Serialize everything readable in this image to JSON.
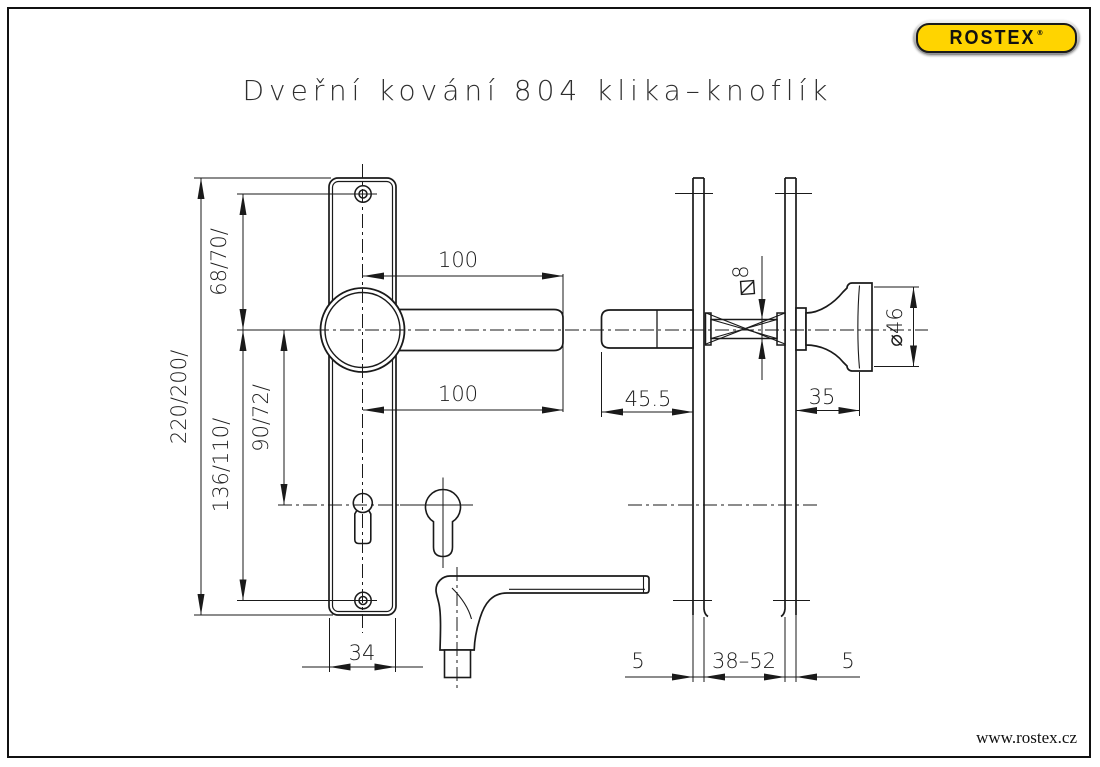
{
  "page": {
    "title": "Dveřní kování 804 klika–knoflík",
    "website": "www.rostex.cz"
  },
  "logo": {
    "brand": "ROSTEX",
    "registered": "®",
    "bg_color": "#ffd400",
    "text_color": "#111111"
  },
  "drawing": {
    "line_color": "#1a1a1a",
    "views": [
      "front-view-plate-with-lever",
      "side-view-through-door"
    ],
    "dimensions": {
      "plate_height": "220/200/",
      "top_screw_to_handle_axis": "68/70/",
      "handle_axis_to_bottom_screw": "136/110/",
      "handle_axis_to_lock_axis": "90/72/",
      "lever_length_top": "100",
      "lever_length_bottom": "100",
      "plate_width": "34",
      "handle_projection": "45.5",
      "knob_projection": "35",
      "spindle_square": "8",
      "spindle_square_symbol": "square-slash",
      "knob_diameter": "⌀46",
      "plate_thickness_left": "5",
      "door_thickness_range": "38–52",
      "plate_thickness_right": "5"
    }
  }
}
